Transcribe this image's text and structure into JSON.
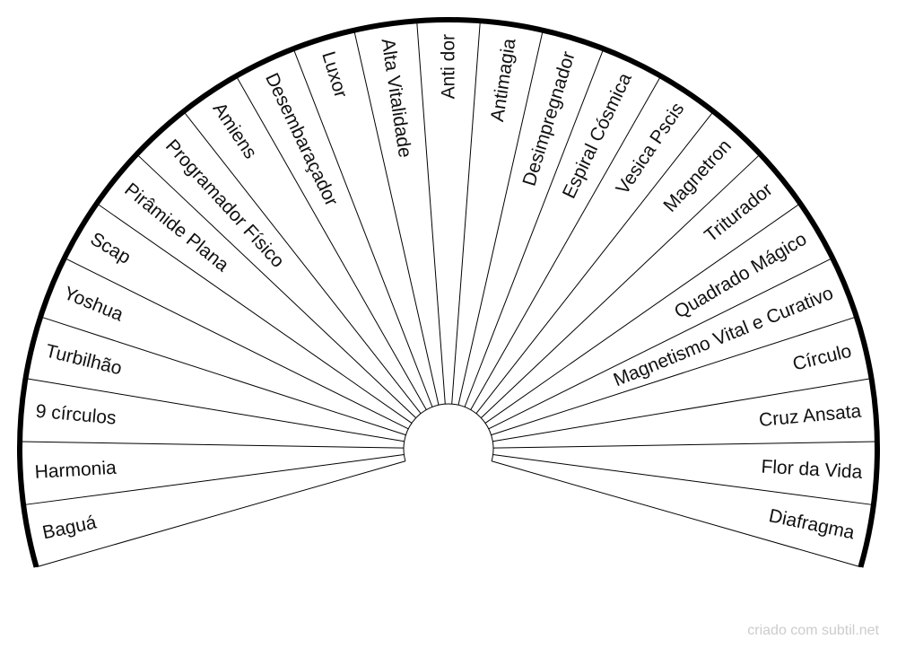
{
  "diagram": {
    "labels": [
      "Baguá",
      "Harmonia",
      "9 círculos",
      "Turbilhão",
      "Yoshua",
      "Scap",
      "Pirâmide Plana",
      "Programador Físico",
      "Amiens",
      "Desembaraçador",
      "Luxor",
      "Alta Vitalidade",
      "Anti dor",
      "Antimagia",
      "Desimpregnador",
      "Espiral Cósmica",
      "Vesica Pscis",
      "Magnetron",
      "Triturador",
      "Quadrado Mágico",
      "Magnetismo Vital e Curativo",
      "Círculo",
      "Cruz Ansata",
      "Flor da Vida",
      "Diafragma"
    ],
    "colors": {
      "outer_arc": "#000000",
      "divider": "#000000",
      "text": "#111111"
    }
  },
  "footer": {
    "credit": "criado com subtil.net"
  }
}
